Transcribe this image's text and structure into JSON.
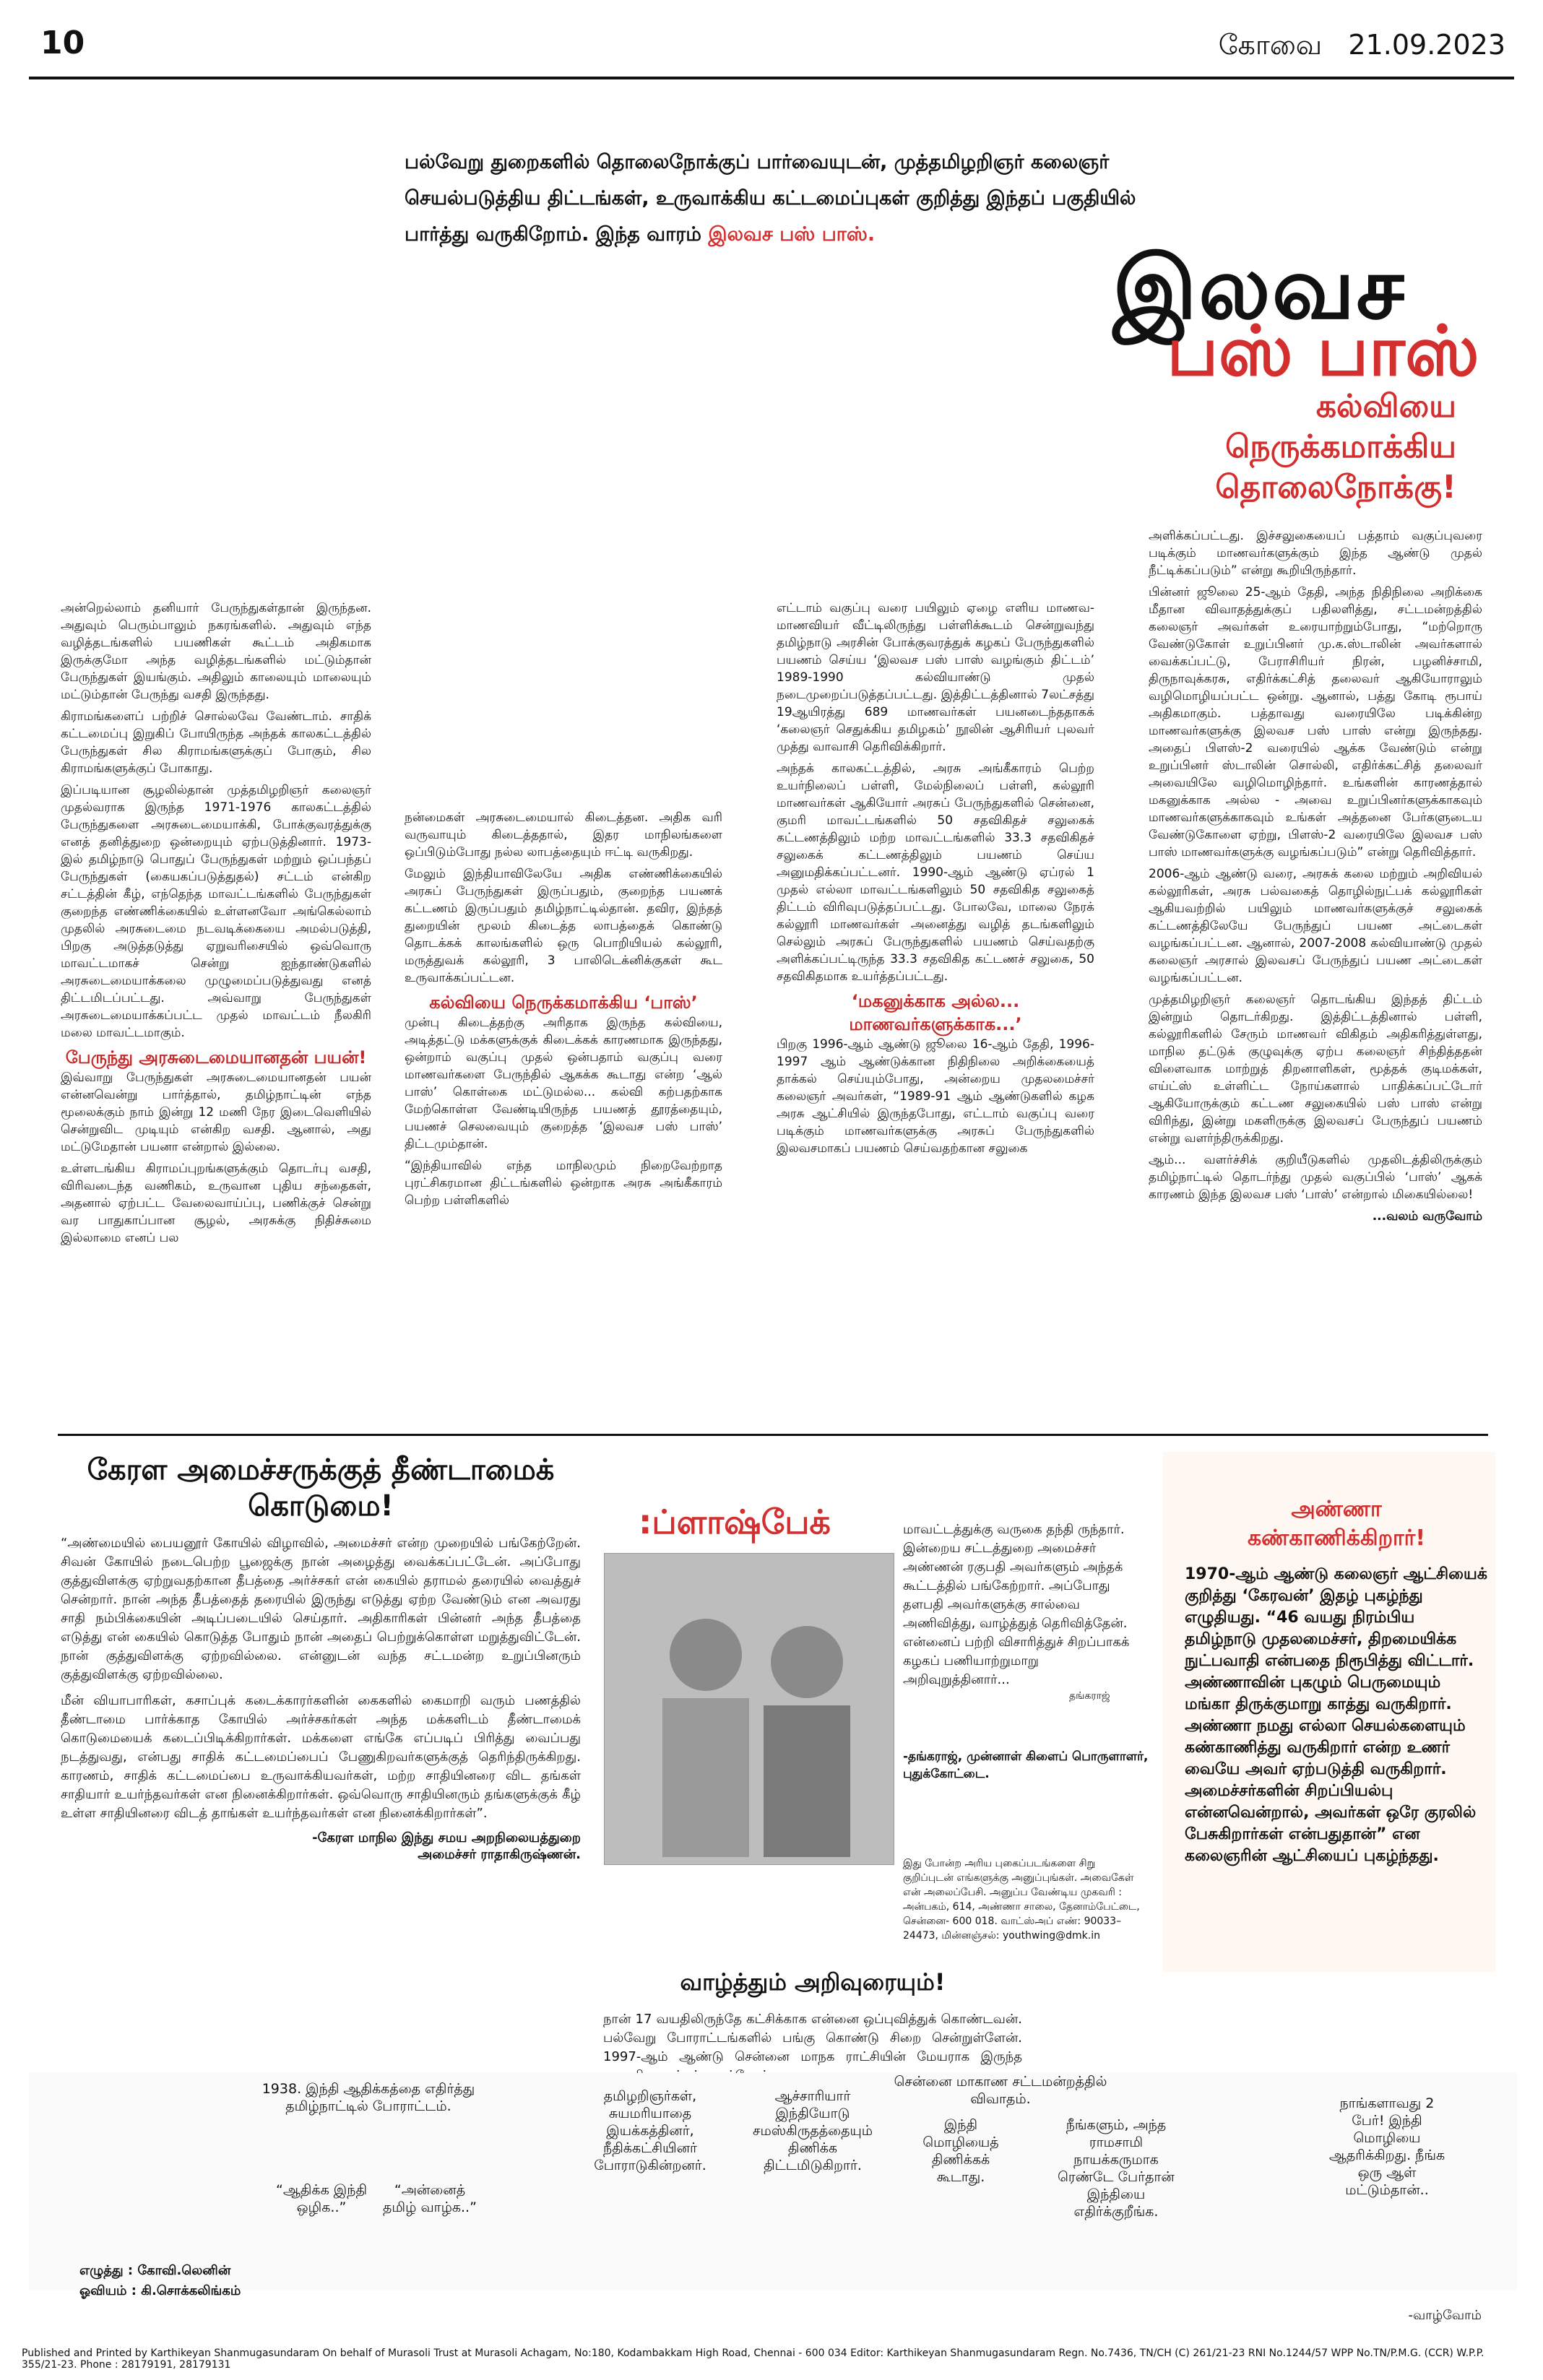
{
  "header": {
    "page_number": "10",
    "edition": "கோவை",
    "date": "21.09.2023"
  },
  "intro": {
    "text": "பல்வேறு துறைகளில் தொலைநோக்குப் பார்வையுடன், முத்தமிழறிஞர் கலைஞர் செயல்படுத்திய திட்டங்கள், உருவாக்கிய கட்டமைப்புகள் குறித்து இந்தப் பகுதியில் பார்த்து வருகிறோம். இந்த வாரம்",
    "highlight": "இலவச பஸ் பாஸ்."
  },
  "title": {
    "line1": "இலவச",
    "line2": "பஸ் பாஸ்",
    "tagline": "கல்வியை நெருக்கமாக்கிய தொலைநோக்கு!"
  },
  "col1": {
    "p1": "அன்றெல்லாம் தனியார் பேருந்துகள்தான் இருந்தன. அதுவும் பெரும்பாலும் நகரங்களில். அதுவும் எந்த வழித்தடங்களில் பயணிகள் கூட்டம் அதிகமாக இருக்குமோ அந்த வழித்தடங்களில் மட்டும்தான் பேருந்துகள் இயங்கும். அதிலும் காலையும் மாலையும் மட்டும்தான் பேருந்து வசதி இருந்தது.",
    "p2": "கிராமங்களைப் பற்றிச் சொல்லவே வேண்டாம். சாதிக் கட்டமைப்பு இறுகிப் போயிருந்த அந்தக் காலகட்டத்தில் பேருந்துகள் சில கிராமங்களுக்குப் போகும், சில கிராமங்களுக்குப் போகாது.",
    "p3": "இப்படியான சூழலில்தான் முத்தமிழறிஞர் கலைஞர் முதல்வராக இருந்த 1971-1976 காலகட்டத்தில் பேருந்துகளை அரசுடைமையாக்கி, போக்குவரத்துக்கு எனத் தனித்துறை ஒன்றையும் ஏற்படுத்தினார். 1973-இல் தமிழ்நாடு பொதுப் பேருந்துகள் மற்றும் ஒப்பந்தப் பேருந்துகள் (கையகப்படுத்துதல்) சட்டம் என்கிற சட்டத்தின் கீழ், எந்தெந்த மாவட்டங்களில் பேருந்துகள் குறைந்த எண்ணிக்கையில் உள்ளனவோ அங்கெல்லாம் முதலில் அரசுடைமை நடவடிக்கையை அமல்படுத்தி, பிறகு அடுத்தடுத்து ஏறுவரிசையில் ஒவ்வொரு மாவட்டமாகச் சென்று ஐந்தாண்டுகளில் அரசுடைமையாக்கலை முழுமைப்படுத்துவது எனத் திட்டமிடப்பட்டது. அவ்வாறு பேருந்துகள் அரசுடைமையாக்கப்பட்ட முதல் மாவட்டம் நீலகிரி மலை மாவட்டமாகும்.",
    "heading": "பேருந்து அரசுடைமையானதன் பயன்!",
    "p4": "இவ்வாறு பேருந்துகள் அரசுடைமையானதன் பயன் என்னவென்று பார்த்தால், தமிழ்நாட்டின் எந்த மூலைக்கும் நாம் இன்று 12 மணி நேர இடைவெளியில் சென்றுவிட முடியும் என்கிற வசதி. ஆனால், அது மட்டுமேதான் பயனா என்றால் இல்லை.",
    "p5": "உள்ளடங்கிய கிராமப்புறங்களுக்கும் தொடர்பு வசதி, விரிவடைந்த வணிகம், உருவான புதிய சந்தைகள், அதனால் ஏற்பட்ட வேலைவாய்ப்பு, பணிக்குச் சென்று வர பாதுகாப்பான சூழல், அரசுக்கு நிதிச்சுமை இல்லாமை எனப் பல"
  },
  "col2": {
    "p1": "நன்மைகள் அரசுடைமையால் கிடைத்தன. அதிக வரி வருவாயும் கிடைத்ததால், இதர மாநிலங்களை ஒப்பிடும்போது நல்ல லாபத்தையும் ஈட்டி வருகிறது.",
    "p2": "மேலும் இந்தியாவிலேயே அதிக எண்ணிக்கையில் அரசுப் பேருந்துகள் இருப்பதும், குறைந்த பயணக் கட்டணம் இருப்பதும் தமிழ்நாட்டில்தான். தவிர, இந்தத் துறையின் மூலம் கிடைத்த லாபத்தைக் கொண்டு தொடக்கக் காலங்களில் ஒரு பொறியியல் கல்லூரி, மருத்துவக் கல்லூரி, 3 பாலிடெக்னிக்குகள் கூட உருவாக்கப்பட்டன.",
    "heading": "கல்வியை நெருக்கமாக்கிய ‘பாஸ்’",
    "p3": "முன்பு கிடைத்தற்கு அரிதாக இருந்த கல்வியை, அடித்தட்டு மக்களுக்குக் கிடைக்கக் காரணமாக இருந்தது, ஒன்றாம் வகுப்பு முதல் ஒன்பதாம் வகுப்பு வரை மாணவர்களை பேருந்தில் ஆகக்க கூடாது என்ற ‘ஆல் பாஸ்’ கொள்கை மட்டுமல்ல... கல்வி கற்பதற்காக மேற்கொள்ள வேண்டியிருந்த பயணத் தூரத்தையும், பயணச் செலவையும் குறைத்த ‘இலவச பஸ் பாஸ்’ திட்டமும்தான்.",
    "p4": "“இந்தியாவில் எந்த மாநிலமும் நிறைவேற்றாத புரட்சிகரமான திட்டங்களில் ஒன்றாக அரசு அங்கீகாரம் பெற்ற பள்ளிகளில்"
  },
  "col3": {
    "p1": "எட்டாம் வகுப்பு வரை பயிலும் ஏழை எளிய மாணவ-மாணவியர் வீட்டிலிருந்து பள்ளிக்கூடம் சென்றுவந்து தமிழ்நாடு அரசின் போக்குவரத்துக் கழகப் பேருந்துகளில் பயணம் செய்ய ‘இலவச பஸ் பாஸ் வழங்கும் திட்டம்’ 1989-1990 கல்வியாண்டு முதல் நடைமுறைப்படுத்தப்பட்டது. இத்திட்டத்தினால் 7லட்சத்து 19ஆயிரத்து 689 மாணவர்கள் பயனடைந்ததாகக் ‘கலைஞர் செதுக்கிய தமிழகம்’ நூலின் ஆசிரியர் புலவர் முத்து வாவாசி தெரிவிக்கிறார்.",
    "p2": "அந்தக் காலகட்டத்தில், அரசு அங்கீகாரம் பெற்ற உயர்நிலைப் பள்ளி, மேல்நிலைப் பள்ளி, கல்லூரி மாணவர்கள் ஆகியோர் அரசுப் பேருந்துகளில் சென்னை, குமரி மாவட்டங்களில் 50 சதவிகிதச் சலுகைக் கட்டணத்திலும் மற்ற மாவட்டங்களில் 33.3 சதவிகிதச் சலுகைக் கட்டணத்திலும் பயணம் செய்ய அனுமதிக்கப்பட்டனர். 1990-ஆம் ஆண்டு ஏப்ரல் 1 முதல் எல்லா மாவட்டங்களிலும் 50 சதவிகித சலுகைத் திட்டம் விரிவுபடுத்தப்பட்டது. போலவே, மாலை நேரக் கல்லூரி மாணவர்கள் அனைத்து வழித் தடங்களிலும் செல்லும் அரசுப் பேருந்துகளில் பயணம் செய்வதற்கு அளிக்கப்பட்டிருந்த 33.3 சதவிகித கட்டணச் சலுகை, 50 சதவிகிதமாக உயர்த்தப்பட்டது.",
    "heading": "‘மகனுக்காக அல்ல... மாணவர்களுக்காக...’",
    "p3": "பிறகு 1996-ஆம் ஆண்டு ஜூலை 16-ஆம் தேதி, 1996-1997 ஆம் ஆண்டுக்கான நிதிநிலை அறிக்கையைத் தாக்கல் செய்யும்போது, அன்றைய முதலமைச்சர் கலைஞர் அவர்கள், “1989-91 ஆம் ஆண்டுகளில் கழக அரசு ஆட்சியில் இருந்தபோது, எட்டாம் வகுப்பு வரை படிக்கும் மாணவர்களுக்கு அரசுப் பேருந்துகளில் இலவசமாகப் பயணம் செய்வதற்கான சலுகை"
  },
  "col4": {
    "p1": "அளிக்கப்பட்டது. இச்சலுகையைப் பத்தாம் வகுப்புவரை படிக்கும் மாணவர்களுக்கும் இந்த ஆண்டு முதல் நீட்டிக்கப்படும்” என்று கூறியிருந்தார்.",
    "p2": "பின்னர் ஜூலை 25-ஆம் தேதி, அந்த நிதிநிலை அறிக்கை மீதான விவாதத்துக்குப் பதிலளித்து, சட்டமன்றத்தில் கலைஞர் அவர்கள் உரையாற்றும்போது, “மற்றொரு வேண்டுகோள் உறுப்பினர் மு.க.ஸ்டாலின் அவர்களால் வைக்கப்பட்டு, பேராசிரியர் நிரன், பழனிச்சாமி, திருநாவுக்கரசு, எதிர்க்கட்சித் தலைவர் ஆகியோராலும் வழிமொழியப்பட்ட ஒன்று. ஆனால், பத்து கோடி ரூபாய் அதிகமாகும். பத்தாவது வரையிலே படிக்கின்ற மாணவர்களுக்கு இலவச பஸ் பாஸ் என்று இருந்தது. அதைப் பிளஸ்-2 வரையில் ஆக்க வேண்டும் என்று உறுப்பினர் ஸ்டாலின் சொல்லி, எதிர்க்கட்சித் தலைவர் அவையிலே வழிமொழிந்தார். உங்களின் காரணத்தால் மகனுக்காக அல்ல - அவை உறுப்பினர்களுக்காகவும் மாணவர்களுக்காகவும் உங்கள் அத்தனை பேர்களுடைய வேண்டுகோளை ஏற்று, பிளஸ்-2 வரையிலே இலவச பஸ் பாஸ் மாணவர்களுக்கு வழங்கப்படும்” என்று தெரிவித்தார்.",
    "p3": "2006-ஆம் ஆண்டு வரை, அரசுக் கலை மற்றும் அறிவியல் கல்லூரிகள், அரசு பல்வகைத் தொழில்நுட்பக் கல்லூரிகள் ஆகியவற்றில் பயிலும் மாணவர்களுக்குச் சலுகைக் கட்டணத்திலேயே பேருந்துப் பயண அட்டைகள் வழங்கப்பட்டன. ஆனால், 2007-2008 கல்வியாண்டு முதல் கலைஞர் அரசால் இலவசப் பேருந்துப் பயண அட்டைகள் வழங்கப்பட்டன.",
    "p4": "முத்தமிழறிஞர் கலைஞர் தொடங்கிய இந்தத் திட்டம் இன்றும் தொடர்கிறது. இத்திட்டத்தினால் பள்ளி, கல்லூரிகளில் சேரும் மாணவர் விகிதம் அதிகரித்துள்ளது, மாநில தட்டுக் குழுவுக்கு ஏற்ப கலைஞர் சிந்தித்ததன் விளைவாக மாற்றுத் திறனாளிகள், மூத்தக் குடிமக்கள், எய்ட்ஸ் உள்ளிட்ட நோய்களால் பாதிக்கப்பட்டோர் ஆகியோருக்கும் கட்டண சலுகையில் பஸ் பாஸ் என்று விரிந்து, இன்று மகளிருக்கு இலவசப் பேருந்துப் பயணம் என்று வளர்ந்திருக்கிறது.",
    "p5": "ஆம்... வளர்ச்சிக் குறியீடுகளில் முதலிடத்திலிருக்கும் தமிழ்நாட்டில் தொடர்ந்து முதல் வகுப்பில் ‘பாஸ்’ ஆகக் காரணம் இந்த இலவச பஸ் ‘பாஸ்’ என்றால் மிகையில்லை!",
    "end": "...வலம் வருவோம்"
  },
  "kerala": {
    "heading": "கேரள அமைச்சருக்குத் தீண்டாமைக் கொடுமை!",
    "p1": "“அண்மையில் பையனூர் கோயில் விழாவில், அமைச்சர் என்ற முறையில் பங்கேற்றேன். சிவன் கோயில் நடைபெற்ற பூஜைக்கு நான் அழைத்து வைக்கப்பட்டேன். அப்போது குத்துவிளக்கு ஏற்றுவதற்கான தீபத்தை அர்ச்சகர் என் கையில் தராமல் தரையில் வைத்துச் சென்றார். நான் அந்த தீபத்தைத் தரையில் இருந்து எடுத்து ஏற்ற வேண்டும் என அவரது சாதி நம்பிக்கையின் அடிப்படையில் செய்தார். அதிகாரிகள் பின்னர் அந்த தீபத்தை எடுத்து என் கையில் கொடுத்த போதும் நான் அதைப் பெற்றுக்கொள்ள மறுத்துவிட்டேன். நான் குத்துவிளக்கு ஏற்றவில்லை. என்னுடன் வந்த சட்டமன்ற உறுப்பினரும் குத்துவிளக்கு ஏற்றவில்லை.",
    "p2": "மீன் வியாபாரிகள், கசாப்புக் கடைக்காரர்களின் கைகளில் கைமாறி வரும் பணத்தில் தீண்டாமை பார்க்காத கோயில் அர்ச்சகர்கள் அந்த மக்களிடம் தீண்டாமைக் கொடுமையைக் கடைப்பிடிக்கிறார்கள். மக்களை எங்கே எப்படிப் பிரித்து வைப்பது நடத்துவது, என்பது சாதிக் கட்டமைப்பைப் பேணுகிறவர்களுக்குத் தெரிந்திருக்கிறது. காரணம், சாதிக் கட்டமைப்பை உருவாக்கியவர்கள், மற்ற சாதியினரை விட தங்கள் சாதியார் உயர்ந்தவர்கள் என நினைக்கிறார்கள். ஒவ்வொரு சாதியினரும் தங்களுக்குக் கீழ் உள்ள சாதியினரை விடத் தாங்கள் உயர்ந்தவர்கள் என நினைக்கிறார்கள்”.",
    "sign1": "-கேரள மாநில இந்து சமய அறநிலையத்துறை",
    "sign2": "அமைச்சர் ராதாகிருஷ்ணன்."
  },
  "flashback": {
    "title": ":ப்ளாஷ்பேக்",
    "letter": "மாவட்டத்துக்கு வருகை தந்தி ருந்தார். இன்றைய சட்டத்துறை அமைச்சர் அண்ணன் ரகுபதி அவர்களும் அந்தக் கூட்டத்தில் பங்கேற்றார். அப்போது தளபதி அவர்களுக்கு சால்வை அணிவித்து, வாழ்த்துத் தெரிவித்தேன். என்னைப் பற்றி விசாரித்துச் சிறப்பாகக் கழகப் பணியாற்றுமாறு அறிவுறுத்தினார்...",
    "photo_caption": "தங்கராஜ்",
    "sign": "-தங்கராஜ், முன்னாள் கிளைப் பொருளாளர், புதுக்கோட்டை.",
    "note": "இது போன்ற அரிய புகைப்படங்களை சிறு குறிப்புடன் எங்களுக்கு அனுப்புங்கள். அவைகேள் என் அலைப்பேசி. அனுப்ப வேண்டிய முகவரி : அன்பகம், 614, அண்ணா சாலை, தேனாம்பேட்டை, சென்னை- 600 018. வாட்ஸ்அப் எண்: 90033–24473, மின்னஞ்சல்: youthwing@dmk.in"
  },
  "vazhthu": {
    "heading": "வாழ்த்தும் அறிவுரையும்!",
    "text": "நான் 17 வயதிலிருந்தே கட்சிக்காக என்னை ஒப்புவித்துக் கொண்டவன். பல்வேறு போராட்டங்களில் பங்கு கொண்டு சிறை சென்றுள்ளேன். 1997-ஆம் ஆண்டு சென்னை மாநக ராட்சியின் மேயராக இருந்த தளபதி அவர்கள் புதுக்கோட்டை"
  },
  "anna": {
    "heading1": "அண்ணா",
    "heading2": "கண்காணிக்கிறார்!",
    "text": "1970-ஆம் ஆண்டு கலைஞர் ஆட்சியைக் குறித்து ‘கேரவன்’ இதழ் புகழ்ந்து எழுதியது. “46 வயது நிரம்பிய தமிழ்நாடு முதலமைச்சர், திறமையிக்க நுட்பவாதி என்பதை நிரூபித்து விட்டார். அண்ணாவின் புகழும் பெருமையும் மங்கா திருக்குமாறு காத்து வருகிறார். அண்ணா நமது எல்லா செயல்களையும் கண்காணித்து வருகிறார் என்ற உணர் வையே அவர் ஏற்படுத்தி வருகிறார். அமைச்சர்களின் சிறப்பியல்பு என்னவென்றால், அவர்கள் ஒரே குரலில் பேசுகிறார்கள் என்பதுதான்” என கலைஞரின் ஆட்சியைப் புகழ்ந்தது."
  },
  "cartoon": {
    "c1": "1938. இந்தி ஆதிக்கத்தை எதிர்த்து தமிழ்நாட்டில் போராட்டம்.",
    "c2": "தமிழறிஞர்கள், சுயமரியாதை இயக்கத்தினர், நீதிக்கட்சியினர் போராடுகின்றனர்.",
    "c3": "ஆச்சாரியார் இந்தியோடு சமஸ்கிருதத்தையும் திணிக்க திட்டமிடுகிறார்.",
    "c4": "சென்னை மாகாண சட்டமன்றத்தில் விவாதம்.",
    "c5": "இந்தி மொழியைத் திணிக்கக் கூடாது.",
    "c6": "நீங்களும், அந்த ராமசாமி நாயக்கருமாக ரெண்டே பேர்தான் இந்தியை எதிர்க்குறீங்க.",
    "c7": "நாங்களாவது 2 பேர்! இந்தி மொழியை ஆதரிக்கிறது. நீங்க ஒரு ஆள் மட்டும்தான்..",
    "b1": "“ஆதிக்க இந்தி ஒழிக..”",
    "b2": "“அன்னைத் தமிழ் வாழ்க..”",
    "end": "-வாழ்வோம்"
  },
  "credits": {
    "line1": "எழுத்து : கோவி.லெனின்",
    "line2": "ஓவியம் : கி.சொக்கலிங்கம்"
  },
  "imprint": "Published and Printed by Karthikeyan Shanmugasundaram On behalf of Murasoli Trust at Murasoli Achagam, No:180, Kodambakkam High Road, Chennai - 600 034 Editor: Karthikeyan Shanmugasundaram Regn. No.7436, TN/CH (C) 261/21-23 RNI No.1244/57 WPP No.TN/P.M.G. (CCR) W.P.P. 355/21-23. Phone : 28179191, 28179131"
}
